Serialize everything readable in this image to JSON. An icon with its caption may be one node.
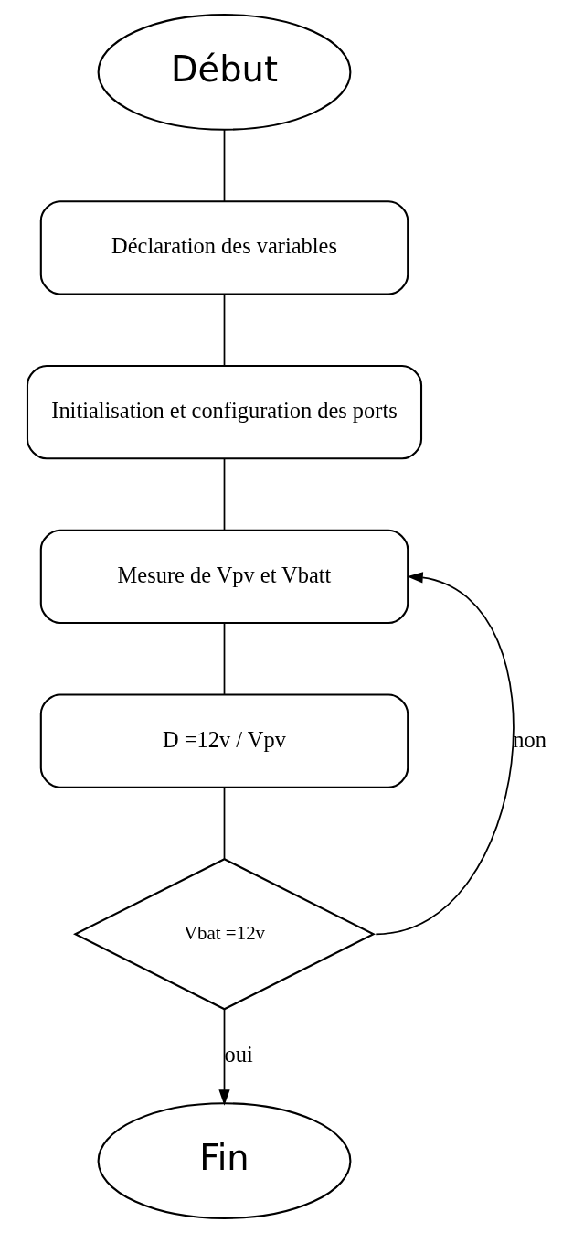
{
  "diagram": {
    "nodes": [
      {
        "text": [
          "Début"
        ]
      },
      {
        "text": [
          "Déclaration des variables"
        ]
      },
      {
        "text": [
          "Initialisation et configuration des ports"
        ]
      },
      {
        "text": [
          "Mesure de Vpv et Vbatt"
        ]
      },
      {
        "text": [
          "D =12v / Vpv"
        ]
      },
      {
        "text": [
          "Vbat =12v"
        ]
      },
      {
        "text": [
          "Fin"
        ]
      }
    ],
    "edges": [
      {
        "from": 0,
        "to": 1,
        "arrow": "none"
      },
      {
        "from": 1,
        "to": 2,
        "arrow": "none"
      },
      {
        "from": 2,
        "to": 3,
        "arrow": "none"
      },
      {
        "from": 3,
        "to": 4,
        "arrow": "none"
      },
      {
        "from": 4,
        "to": 5,
        "arrow": "none"
      },
      {
        "from": 5,
        "to": 6,
        "arrow": "to",
        "label": "oui"
      },
      {
        "from": 5,
        "to": 3,
        "arrow": "to",
        "label": "non"
      }
    ]
  }
}
